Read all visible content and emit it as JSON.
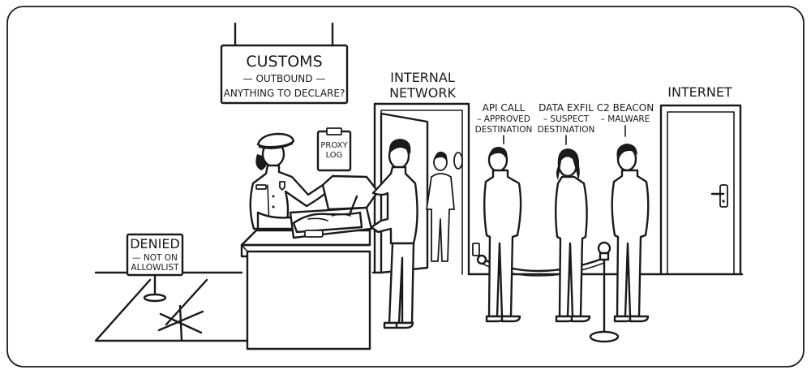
{
  "customs_sign": {
    "title": "CUSTOMS",
    "line1": "— OUTBOUND —",
    "line2": "ANYTHING TO DECLARE?"
  },
  "internal_network": {
    "line1": "INTERNAL",
    "line2": "NETWORK"
  },
  "internet": {
    "label": "INTERNET"
  },
  "proxy_log": {
    "line1": "PROXY",
    "line2": "LOG"
  },
  "denied_sign": {
    "title": "DENIED",
    "line1": "— NOT ON",
    "line2": "ALLOWLIST"
  },
  "queue": [
    {
      "title": "API CALL",
      "line1": "– APPROVED",
      "line2": "DESTINATION"
    },
    {
      "title": "DATA EXFIL",
      "line1": "– SUSPECT",
      "line2": "DESTINATION"
    },
    {
      "title": "C2 BEACON",
      "line1": "– MALWARE",
      "line2": ""
    }
  ]
}
